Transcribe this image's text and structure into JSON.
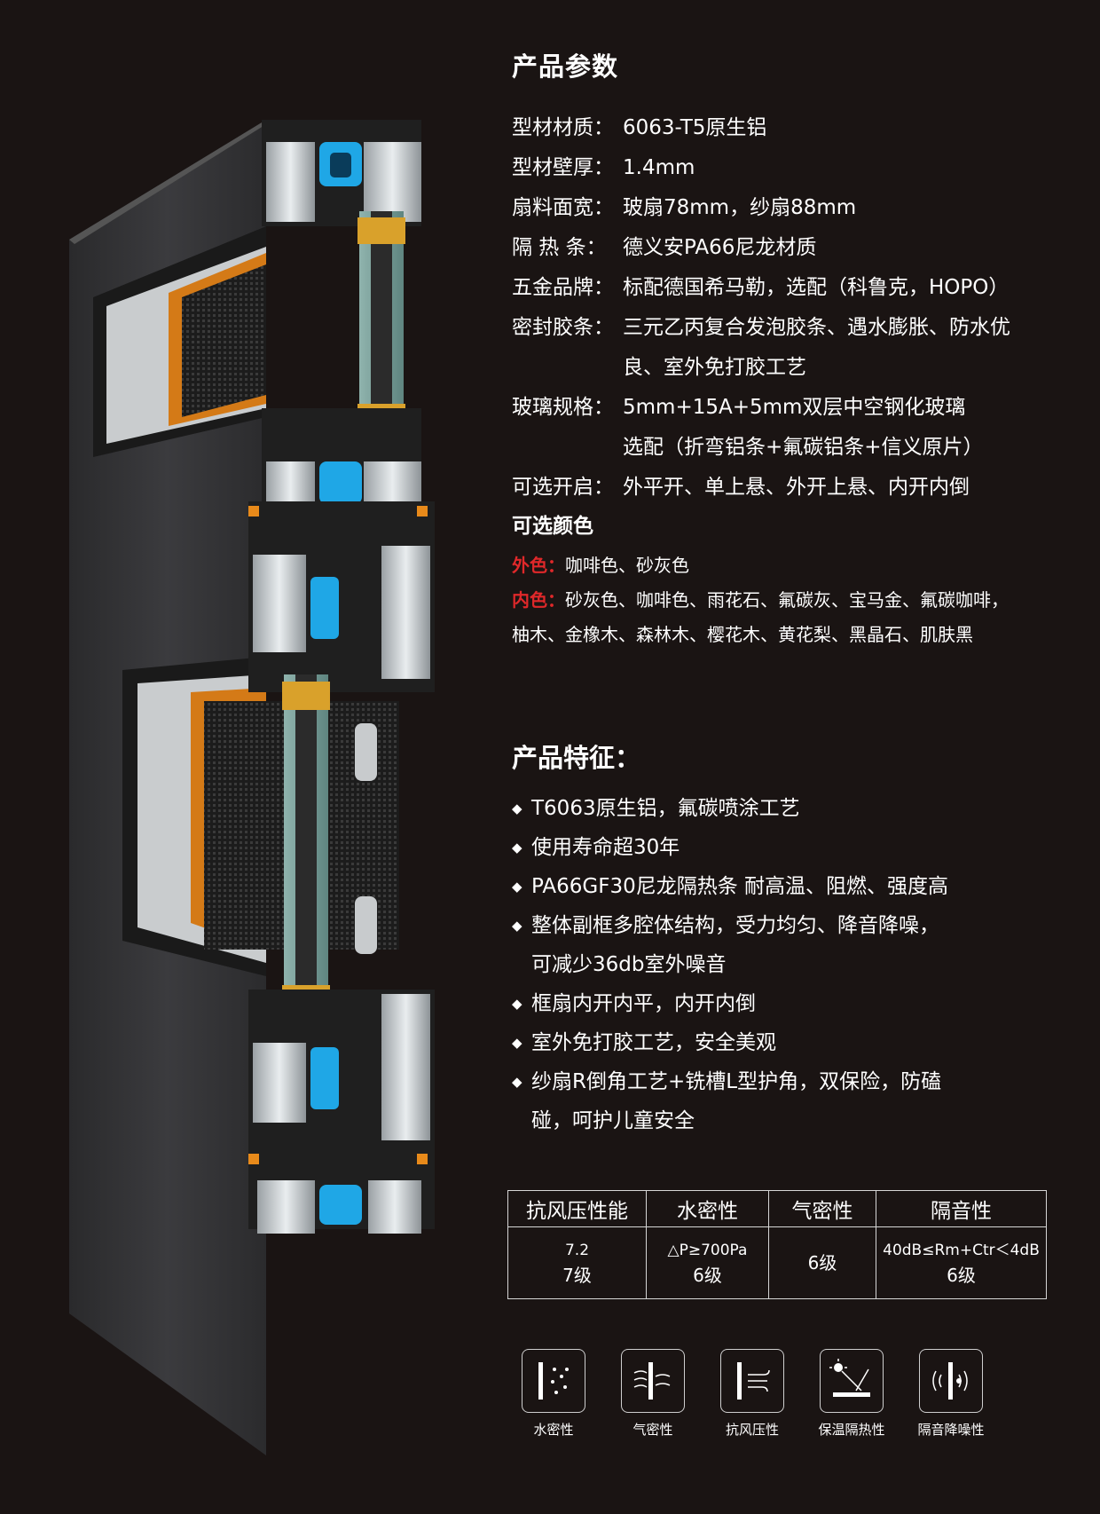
{
  "params_title": "产品参数",
  "params": [
    {
      "k": "型材材质：",
      "v": [
        "6063-T5原生铝"
      ]
    },
    {
      "k": "型材壁厚：",
      "v": [
        "1.4mm"
      ]
    },
    {
      "k": "扇料面宽：",
      "v": [
        "玻扇78mm，纱扇88mm"
      ]
    },
    {
      "k": "隔 热 条：",
      "v": [
        "德义安PA66尼龙材质"
      ]
    },
    {
      "k": "五金品牌：",
      "v": [
        "标配德国希马勒，选配（科鲁克，HOPO）"
      ]
    },
    {
      "k": "密封胶条：",
      "v": [
        "三元乙丙复合发泡胶条、遇水膨胀、防水优",
        "良、室外免打胶工艺"
      ]
    },
    {
      "k": "玻璃规格：",
      "v": [
        "5mm+15A+5mm双层中空钢化玻璃",
        "选配（折弯铝条+氟碳铝条+信义原片）"
      ]
    },
    {
      "k": "可选开启：",
      "v": [
        "外平开、单上悬、外开上悬、内开内倒"
      ]
    }
  ],
  "colors_title": "可选颜色",
  "outer_label": "外色：",
  "outer_colors": "咖啡色、砂灰色",
  "inner_label": "内色：",
  "inner_colors_1": "砂灰色、咖啡色、雨花石、氟碳灰、宝马金、氟碳咖啡，",
  "inner_colors_2": "柚木、金橡木、森林木、樱花木、黄花梨、黑晶石、肌肤黑",
  "features_title": "产品特征：",
  "bullet": "◆",
  "features": [
    [
      "T6063原生铝，氟碳喷涂工艺"
    ],
    [
      "使用寿命超30年"
    ],
    [
      "PA66GF30尼龙隔热条  耐高温、阻燃、强度高"
    ],
    [
      "整体副框多腔体结构，受力均匀、降音降噪，",
      "可减少36db室外噪音"
    ],
    [
      "框扇内开内平，内开内倒"
    ],
    [
      "室外免打胶工艺，安全美观"
    ],
    [
      "纱扇R倒角工艺+铣槽L型护角，双保险，防磕",
      "碰，呵护儿童安全"
    ]
  ],
  "perf": {
    "headers": [
      "抗风压性能",
      "水密性",
      "气密性",
      "隔音性"
    ],
    "c1_a": "7.2",
    "c1_b": "7级",
    "c2_a": "△P≥700Pa",
    "c2_b": "6级",
    "c3": "6级",
    "c4_a": "40dB≤Rm+Ctr＜4dB",
    "c4_b": "6级"
  },
  "icons": [
    {
      "name": "water-tight-icon",
      "label": "水密性"
    },
    {
      "name": "air-tight-icon",
      "label": "气密性"
    },
    {
      "name": "wind-pressure-icon",
      "label": "抗风压性"
    },
    {
      "name": "heat-insulation-icon",
      "label": "保温隔热性"
    },
    {
      "name": "sound-insulation-icon",
      "label": "隔音降噪性"
    }
  ]
}
